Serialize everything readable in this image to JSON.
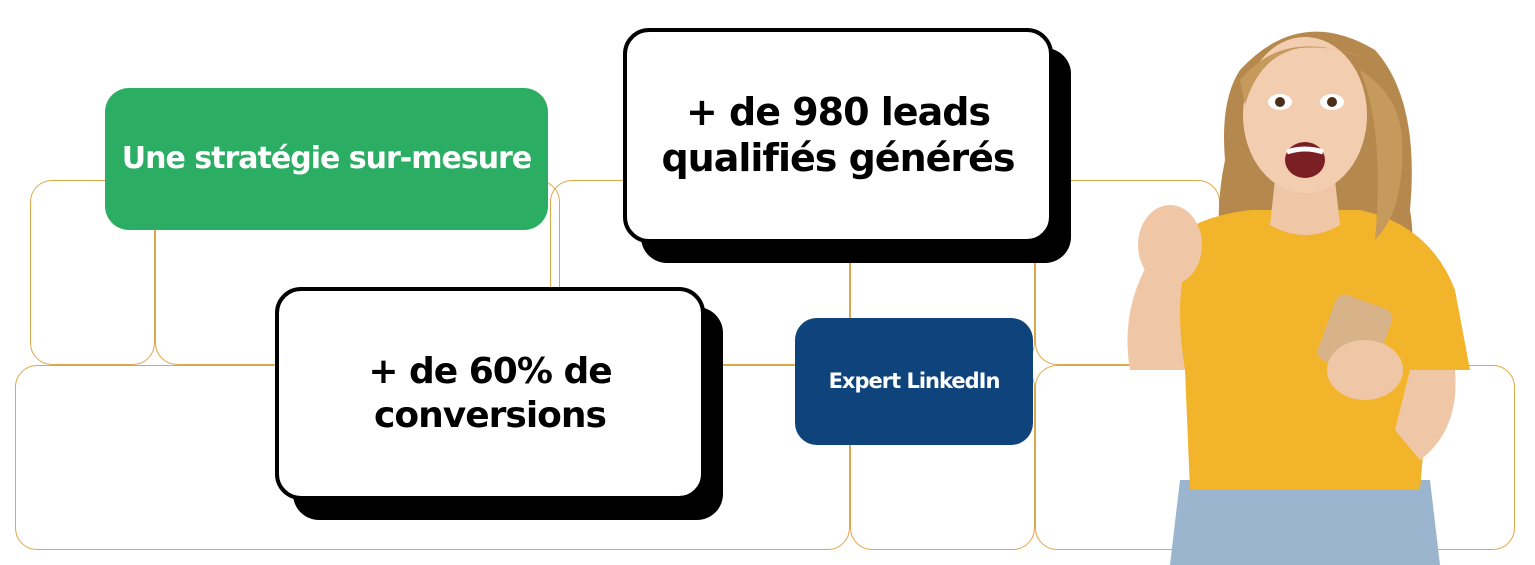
{
  "colors": {
    "accent_green": "#2bae63",
    "accent_blue": "#0f437c",
    "grid_outline": "#e0a64a",
    "shirt": "#f2b42a"
  },
  "cards": {
    "strategy": "Une stratégie sur-mesure",
    "leads_line1": "+ de 980 leads",
    "leads_line2": "qualifiés générés",
    "conversions_line1": "+ de 60% de",
    "conversions_line2": "conversions",
    "expert": "Expert LinkedIn"
  },
  "photo": {
    "subject": "excited woman in yellow t-shirt holding a smartphone"
  }
}
